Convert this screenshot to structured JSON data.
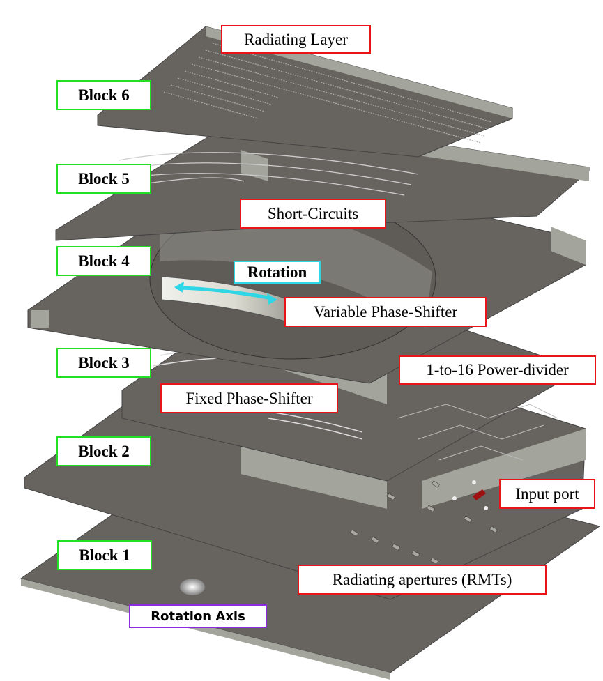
{
  "figure": {
    "block_labels": [
      "Block 6",
      "Block 5",
      "Block 4",
      "Block 3",
      "Block 2",
      "Block 1"
    ],
    "component_labels": {
      "radiating_layer": "Radiating Layer",
      "short_circuits": "Short-Circuits",
      "variable_phase_shifter": "Variable Phase-Shifter",
      "fixed_phase_shifter": "Fixed Phase-Shifter",
      "power_divider": "1-to-16 Power-divider",
      "input_port": "Input port",
      "radiating_apertures": "Radiating apertures (RMTs)"
    },
    "motion_labels": {
      "rotation": "Rotation",
      "rotation_axis": "Rotation Axis"
    },
    "colors": {
      "block_label_border": "#22e022",
      "component_label_border": "#e8141a",
      "rotation_label_border": "#2fd6e6",
      "rotation_arrow": "#2fd6e6",
      "rotation_axis_border": "#8a2be2",
      "metal_top": "#67635e",
      "metal_side": "#a3a59c",
      "input_port_fill": "#a01010"
    }
  }
}
